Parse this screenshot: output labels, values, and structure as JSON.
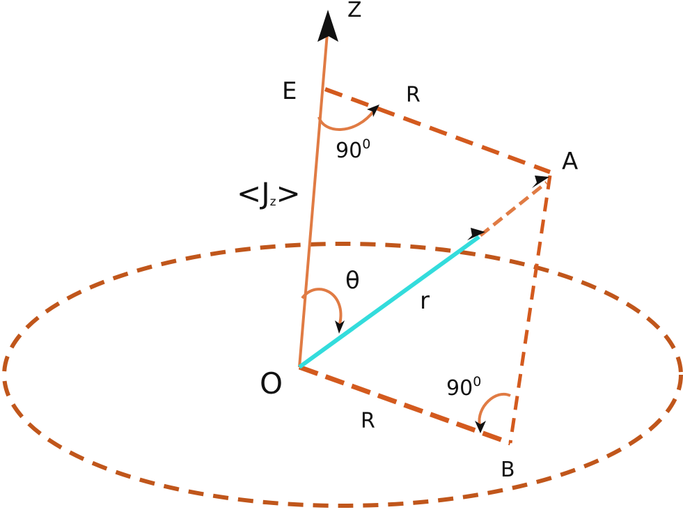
{
  "colors": {
    "orbit": "#c0561b",
    "axis": "#e07b44",
    "dashed_side": "#d35a1e",
    "radius_vector": "#33dcdc",
    "arc": "#e07b44",
    "arrowhead": "#111111",
    "text": "#111111"
  },
  "labels": {
    "axis_z": "Z",
    "point_e": "E",
    "point_a": "A",
    "point_o": "O",
    "point_b": "B",
    "side_er": "R",
    "side_ob": "R",
    "vector_r": "r",
    "angle_theta": "θ",
    "angle_e_value": "90",
    "angle_e_sup": "0",
    "angle_b_value": "90",
    "angle_b_sup": "0",
    "jz_open": "<",
    "jz_symbol": "J",
    "jz_sub": "z",
    "jz_close": ">"
  }
}
